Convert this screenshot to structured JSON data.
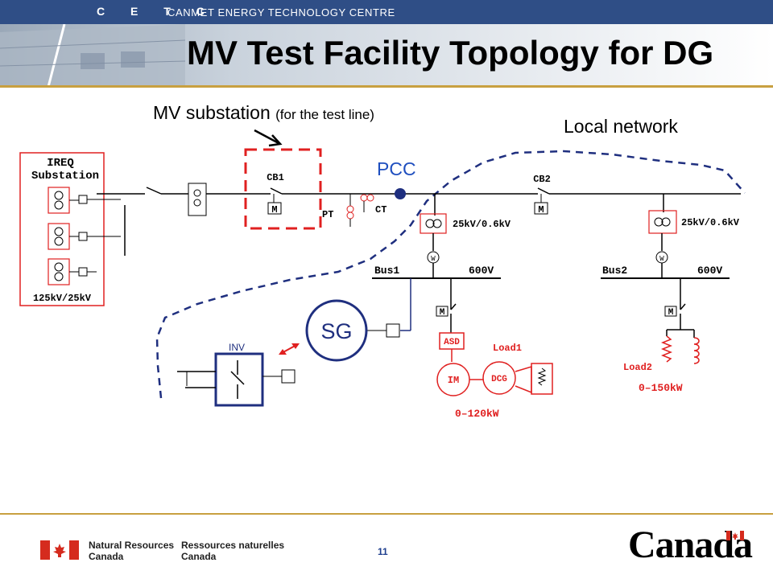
{
  "header": {
    "logo_text": "C E T C",
    "org_name": "CANMET ENERGY TECHNOLOGY CENTRE",
    "title": "MV Test Facility Topology for DG",
    "bar_color": "#2f4e86",
    "accent_color": "#c8a040"
  },
  "annotations": {
    "mv_substation": "MV substation",
    "mv_substation_note": "(for the test line)",
    "local_network": "Local network",
    "pcc": "PCC"
  },
  "diagram": {
    "substation_title_1": "IREQ",
    "substation_title_2": "Substation",
    "substation_rating": "125kV/25kV",
    "cb1": "CB1",
    "cb2": "CB2",
    "meter": "M",
    "pt": "PT",
    "ct": "CT",
    "transformer1_rating": "25kV/0.6kV",
    "transformer2_rating": "25kV/0.6kV",
    "wattmeter": "W",
    "bus1": "Bus1",
    "bus1_voltage": "600V",
    "bus2": "Bus2",
    "bus2_voltage": "600V",
    "sg": "SG",
    "inv": "INV",
    "asd": "ASD",
    "im": "IM",
    "dcg": "DCG",
    "load1": "Load1",
    "load1_range": "0–120kW",
    "load2": "Load2",
    "load2_range": "0–150kW"
  },
  "footer": {
    "dept_en": "Natural Resources\nCanada",
    "dept_fr": "Ressources naturelles\nCanada",
    "page_number": "11",
    "wordmark": "Canada"
  },
  "colors": {
    "red": "#e02020",
    "blue": "#1f4fbf",
    "navy_dashed": "#1f2f7f",
    "inverter_blue": "#1f2f7f"
  },
  "icons": [
    "canada-flag-icon",
    "transformer-icon",
    "breaker-icon",
    "meter-icon",
    "arrow-icon"
  ]
}
